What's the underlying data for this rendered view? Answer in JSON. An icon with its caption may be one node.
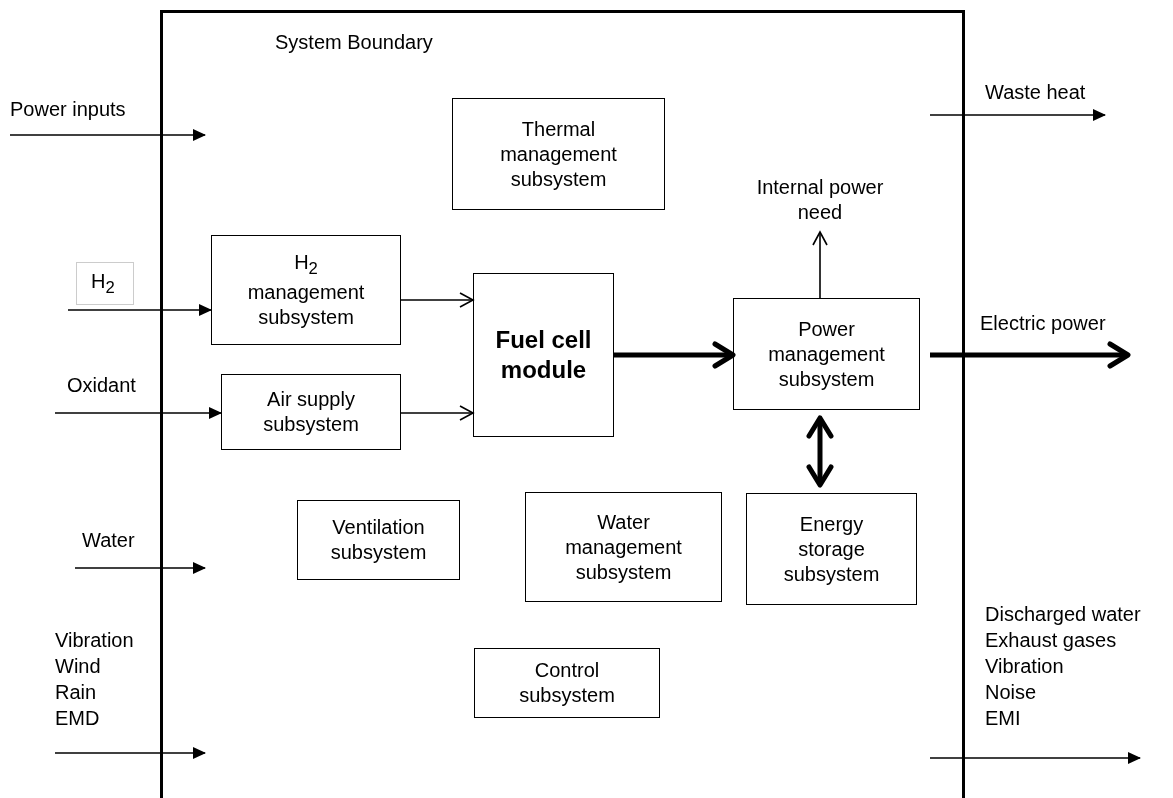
{
  "diagram": {
    "nodes": [
      {
        "text": [
          "System Boundary"
        ]
      },
      {
        "text": [
          "Thermal management subsystem"
        ],
        "in": 0
      },
      {
        "text": [
          "H$_{2}$ management subsystem"
        ],
        "in": 0
      },
      {
        "text": [
          "Air supply subsystem"
        ],
        "in": 0
      },
      {
        "text": [
          "Fuel cell module"
        ],
        "in": 0
      },
      {
        "text": [
          "Power management subsystem"
        ],
        "in": 0
      },
      {
        "text": [
          "Ventilation subsystem"
        ],
        "in": 0
      },
      {
        "text": [
          "Water management subsystem"
        ],
        "in": 0
      },
      {
        "text": [
          "Energy storage subsystem"
        ],
        "in": 0
      },
      {
        "text": [
          "Control subsystem"
        ],
        "in": 0
      },
      {
        "text": [
          "Internal power need"
        ],
        "in": 0
      }
    ],
    "edges": [
      {
        "from": null,
        "to": 0,
        "arrow": "to",
        "label": "Power inputs"
      },
      {
        "from": null,
        "to": 2,
        "arrow": "to",
        "label": "H$_{2}$"
      },
      {
        "from": null,
        "to": 3,
        "arrow": "to",
        "label": "Oxidant"
      },
      {
        "from": null,
        "to": 0,
        "arrow": "to",
        "label": "Water"
      },
      {
        "from": null,
        "to": 0,
        "arrow": "to"
      },
      {
        "from": 0,
        "to": null,
        "arrow": "to",
        "label": "Waste heat"
      },
      {
        "from": 2,
        "to": 4,
        "arrow": "to"
      },
      {
        "from": 3,
        "to": 4,
        "arrow": "to"
      },
      {
        "from": 4,
        "to": 5,
        "arrow": "to",
        "style": "thick"
      },
      {
        "from": 5,
        "to": 10,
        "arrow": "to"
      },
      {
        "from": 5,
        "to": null,
        "arrow": "to",
        "style": "thick",
        "label": "Electric power"
      },
      {
        "from": 5,
        "to": 8,
        "arrow": "both",
        "style": "thick"
      },
      {
        "from": 0,
        "to": null,
        "arrow": "to"
      }
    ],
    "labels": [
      "Vibration",
      "Wind",
      "Rain",
      "EMD",
      "Discharged water",
      "Exhaust gases",
      "Vibration",
      "Noise",
      "EMI"
    ]
  }
}
